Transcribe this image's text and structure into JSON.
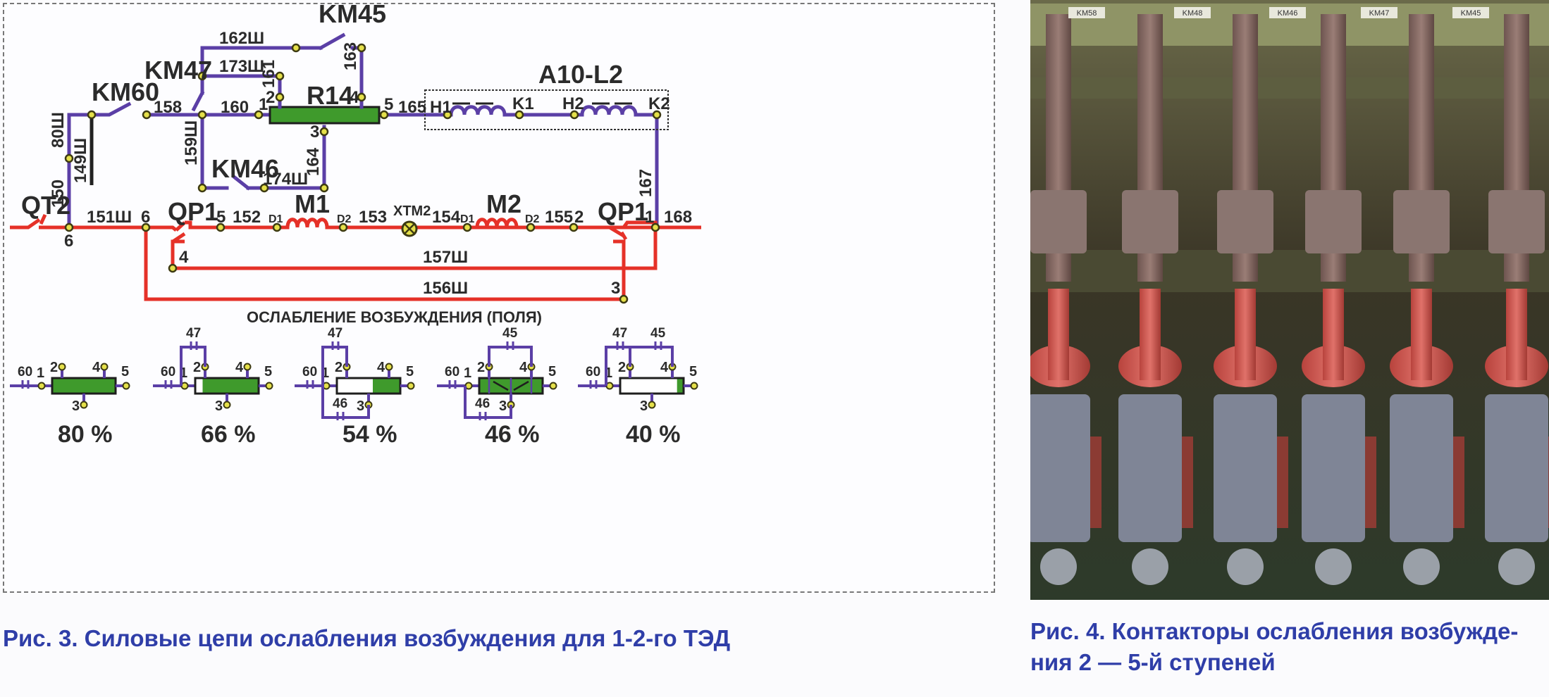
{
  "figure3": {
    "caption": "Рис. 3. Силовые цепи ослабления возбуждения для 1-2-го ТЭД",
    "components": {
      "km45": "KM45",
      "km47": "KM47",
      "km60": "KM60",
      "km46": "KM46",
      "r14": "R14",
      "a10l2": "A10-L2",
      "qt2": "QT2",
      "qp1_left": "QP1",
      "qp1_right": "QP1",
      "m1": "M1",
      "m2": "M2",
      "xtm2": "XTM2"
    },
    "wires": {
      "w162": "162Ш",
      "w173": "173Ш",
      "w161": "161",
      "w163": "163",
      "w158": "158",
      "w160": "160",
      "w165": "165",
      "w80": "80Ш",
      "w149": "149Ш",
      "w159": "159Ш",
      "w164": "164",
      "w174": "174Ш",
      "w150": "150",
      "w167": "167",
      "w151": "151Ш",
      "w152": "152",
      "w153": "153",
      "w154": "154",
      "w155": "155",
      "w168": "168",
      "w157": "157Ш",
      "w156": "156Ш"
    },
    "terminals": {
      "r1": "1",
      "r2": "2",
      "r3": "3",
      "r4": "4",
      "r5": "5",
      "h1": "H1",
      "k1": "K1",
      "h2": "H2",
      "k2": "K2",
      "qt_6": "6",
      "qp_6": "6",
      "qp_5": "5",
      "qp_4": "4",
      "qp_2": "2",
      "qp_1": "1",
      "qp_3": "3",
      "m1_d1": "D1",
      "m1_d2": "D2",
      "m2_d1": "D1",
      "m2_d2": "D2"
    },
    "weakening": {
      "title": "ОСЛАБЛЕНИЕ ВОЗБУЖДЕНИЯ (ПОЛЯ)",
      "stages": [
        {
          "percent": "80 %",
          "contacts": [
            "60"
          ],
          "shorted_fraction": 0
        },
        {
          "percent": "66 %",
          "contacts": [
            "60",
            "47"
          ],
          "shorted_fraction": 0.1
        },
        {
          "percent": "54 %",
          "contacts": [
            "60",
            "47",
            "46"
          ],
          "shorted_fraction": 0.55
        },
        {
          "percent": "46 %",
          "contacts": [
            "60",
            "45",
            "46"
          ],
          "shorted_fraction": 0
        },
        {
          "percent": "40 %",
          "contacts": [
            "60",
            "47",
            "45"
          ],
          "shorted_fraction": 0.88
        }
      ],
      "terminal_labels": [
        "1",
        "2",
        "3",
        "4",
        "5"
      ]
    }
  },
  "figure4": {
    "caption_line1": "Рис. 4. Контакторы ослабления возбужде-",
    "caption_line2": "ния 2 — 5-й ступеней",
    "photo_labels": [
      "KM58",
      "KM48",
      "KM46",
      "KM47",
      "KM45"
    ]
  },
  "colors": {
    "wire_control": "#5b3fa6",
    "wire_power": "#e53128",
    "resistor": "#3f9a2c",
    "node": "#e5e04a",
    "caption": "#2f3ea8"
  }
}
